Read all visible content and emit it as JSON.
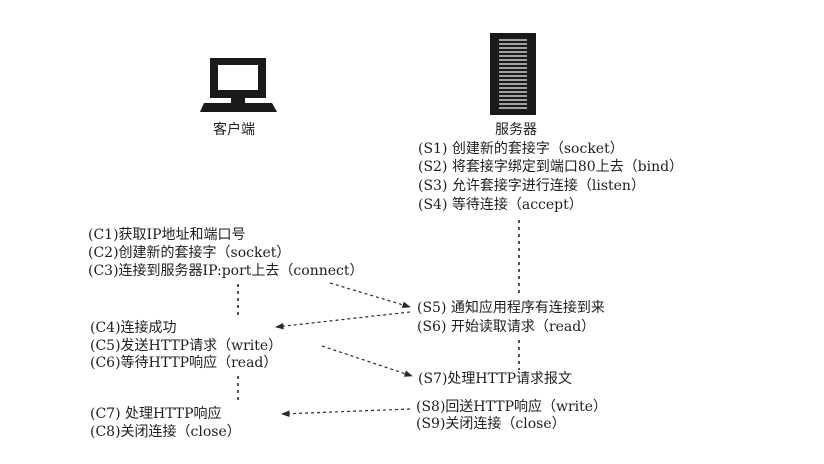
{
  "client": {
    "label": "客户端",
    "icon": "computer-icon",
    "steps": [
      "(C1)获取IP地址和端口号",
      "(C2)创建新的套接字（socket）",
      "(C3)连接到服务器IP:port上去（connect）",
      "(C4)连接成功",
      "(C5)发送HTTP请求（write）",
      "(C6)等待HTTP响应（read）",
      "(C7) 处理HTTP响应",
      "(C8)关闭连接（close）"
    ]
  },
  "server": {
    "label": "服务器",
    "icon": "server-tower-icon",
    "steps": [
      "(S1) 创建新的套接字（socket）",
      "(S2) 将套接字绑定到端口80上去（bind）",
      "(S3) 允许套接字进行连接（listen）",
      "(S4) 等待连接（accept）",
      "(S5) 通知应用程序有连接到来",
      "(S6) 开始读取请求（read）",
      "(S7)处理HTTP请求报文",
      "(S8)回送HTTP响应（write）",
      "(S9)关闭连接（close）"
    ]
  },
  "colors": {
    "ink": "#1e1e1e",
    "background": "#ffffff"
  }
}
